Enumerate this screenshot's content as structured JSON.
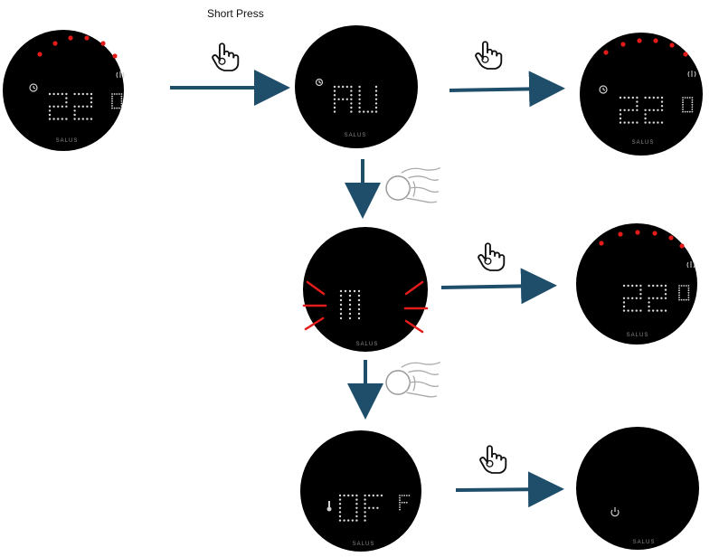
{
  "caption": {
    "short_press": "Short Press"
  },
  "brand": "SALUS",
  "displays": {
    "auto_temp": {
      "text": "22",
      "unit": "0"
    },
    "auto_mode": {
      "text": "AU"
    },
    "manual_mode": {
      "text": "M"
    },
    "manual_temp": {
      "text": "22",
      "unit": "0"
    },
    "off_mode": {
      "text": "OF",
      "unit": "F"
    }
  },
  "colors": {
    "screen": "#000000",
    "dot_matrix": "#d8d8d8",
    "led_red": "#e31b1b",
    "arrow": "#1f4e6b",
    "flash": "#e31b1b"
  },
  "icons": {
    "press": "hand-press-icon",
    "rotate": "hand-rotate-dial-icon",
    "clock": "clock-icon",
    "wireless": "wireless-icon",
    "frost": "frost-thermometer-icon",
    "power": "power-icon"
  }
}
